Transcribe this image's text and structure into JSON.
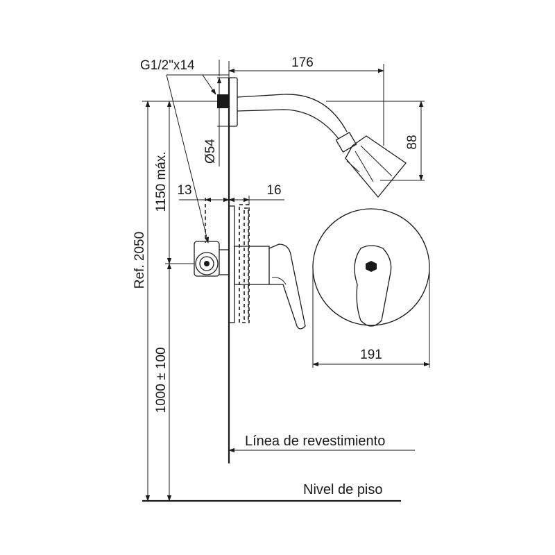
{
  "labels": {
    "thread": "G1/2\"x14",
    "dim_176": "176",
    "dim_88": "88",
    "dim_54": "Ø54",
    "dim_1150": "1150 máx.",
    "dim_13": "13",
    "dim_16": "16",
    "dim_2050": "Ref. 2050",
    "dim_1000": "1000 ± 100",
    "dim_191": "191",
    "wall_line": "Línea de revestimiento",
    "floor_level": "Nivel de piso"
  }
}
